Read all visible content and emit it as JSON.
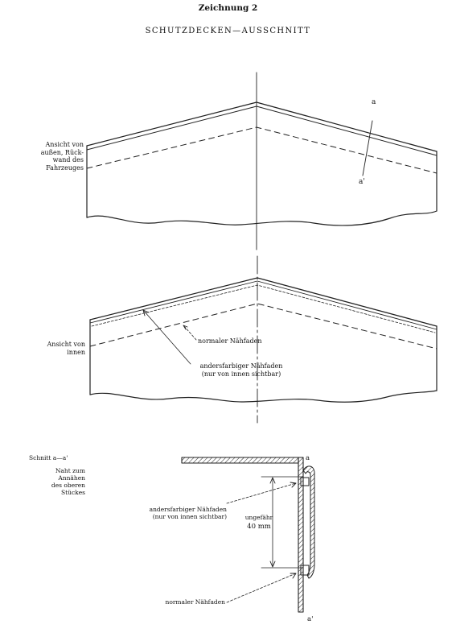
{
  "drawing": {
    "number": "Zeichnung 2",
    "title": "SCHUTZDECKEN—AUSSCHNITT"
  },
  "view_outside": {
    "label_lines": [
      "Ansicht von",
      "außen, Rück-",
      "wand des",
      "Fahrzeuges"
    ],
    "section_mark_top": "a",
    "section_mark_bottom": "a'"
  },
  "view_inside": {
    "label_lines": [
      "Ansicht von",
      "innen"
    ],
    "normal_thread": "normaler Nähfaden",
    "other_thread_line1": "andersfarbiger Nähfaden",
    "other_thread_line2": "(nur von innen sichtbar)"
  },
  "section": {
    "title": "Schnitt a—a'",
    "note_lines": [
      "Naht zum",
      "Annähen",
      "des oberen",
      "Stückes"
    ],
    "other_thread_line1": "andersfarbiger Nähfaden",
    "other_thread_line2": "(nur von innen sichtbar)",
    "dimension_line1": "ungefähr",
    "dimension_line2": "40 mm",
    "normal_thread": "normaler Nähfaden",
    "mark_top": "a",
    "mark_bottom": "a'"
  }
}
